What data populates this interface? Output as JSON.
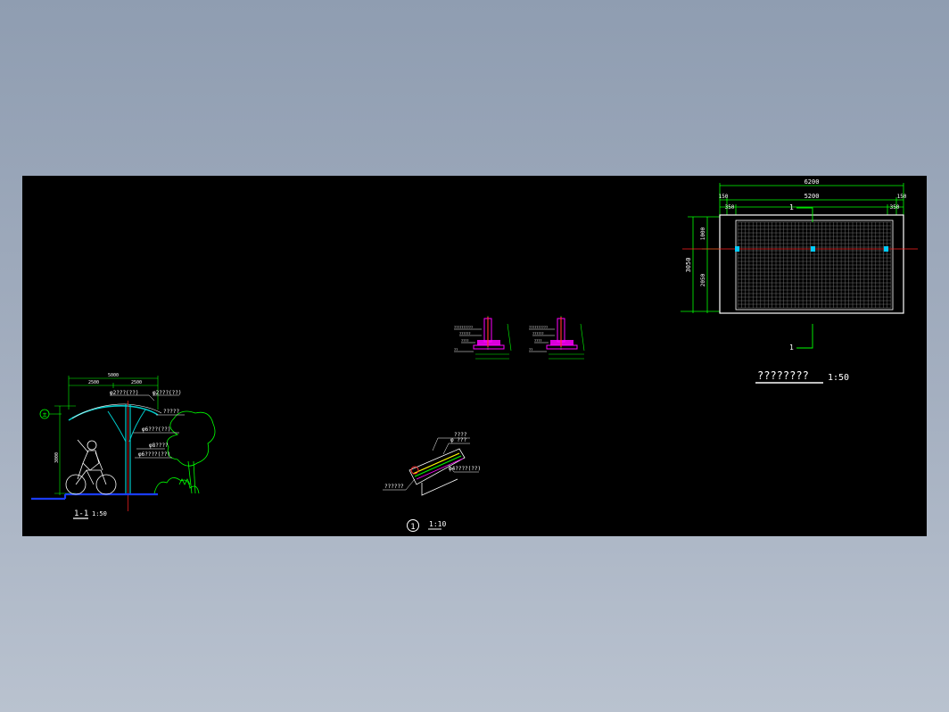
{
  "colors": {
    "background_gradient_top": "#8f9db1",
    "background_gradient_bottom": "#b9c2cf",
    "viewport": "#000000",
    "dimension": "#00ff00",
    "outline": "#ffffff",
    "axis": "#ff2020",
    "ground": "#1a3cff",
    "structure": "#00cccc",
    "magenta": "#ff00ff",
    "foliage": "#00ff00"
  },
  "plan": {
    "overall_dim": "6200",
    "inner_dim": "5200",
    "left_edge": "150",
    "right_edge": "150",
    "left_sub": "350",
    "right_sub": "350",
    "height_total": "3050",
    "height_top": "1000",
    "height_bottom": "2050",
    "section_marker_top": "1",
    "section_marker_bottom": "1",
    "title": "????????",
    "scale": "1:50"
  },
  "section": {
    "width_total": "5000",
    "width_left": "2500",
    "width_right": "2500",
    "height_dim": "3000",
    "level_symbol": "±",
    "labels": [
      "φ2???(??)",
      "φ2???(??)",
      "?????",
      "φ6???(??)",
      "φ8????",
      "φ6????(??)"
    ],
    "title": "1-1",
    "scale": "1:50"
  },
  "details": {
    "node_title_number": "1",
    "node_scale": "1:10",
    "node_labels": [
      "????",
      "φ ???",
      "φ4????(??)",
      "??????"
    ],
    "footing_a_labels": [
      "??????????",
      "??????",
      "????",
      "??"
    ],
    "footing_b_labels": [
      "??????????",
      "??????",
      "????",
      "??"
    ]
  }
}
